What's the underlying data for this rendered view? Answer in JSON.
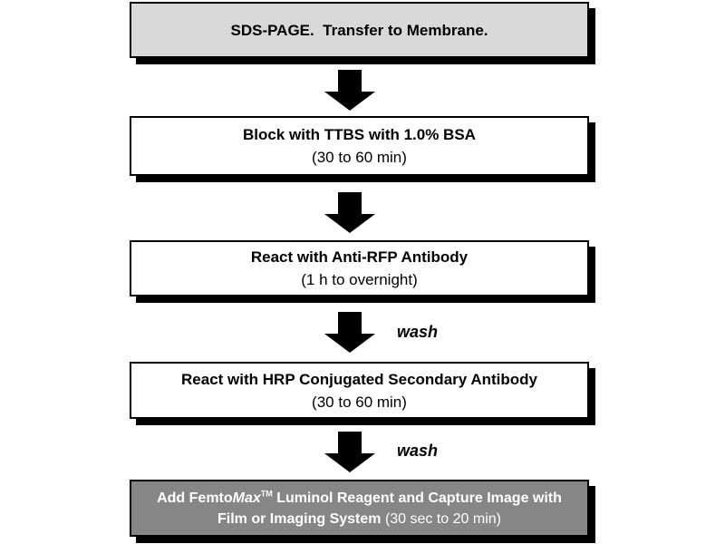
{
  "flowchart": {
    "steps": [
      {
        "title": "SDS-PAGE.  Transfer to Membrane.",
        "subtitle": ""
      },
      {
        "title": "Block with TTBS with 1.0% BSA",
        "subtitle": "(30 to 60 min)"
      },
      {
        "title": "React with Anti-RFP Antibody",
        "subtitle": "(1 h to overnight)"
      },
      {
        "title": "React with HRP Conjugated Secondary Antibody",
        "subtitle": "(30 to 60 min)"
      },
      {
        "rich": {
          "prefix": "Add Femto",
          "brand": "Max",
          "tm": "TM",
          "rest": " Luminol Reagent and Capture Image with Film or Imaging System ",
          "time": "(30 sec to 20 min)"
        }
      }
    ],
    "connectors": [
      {
        "label": ""
      },
      {
        "label": ""
      },
      {
        "label": "wash"
      },
      {
        "label": "wash"
      }
    ],
    "colors": {
      "background": "#ffffff",
      "box_light": "#d9d9d9",
      "box_white": "#ffffff",
      "box_dark": "#868686",
      "border": "#000000",
      "arrow": "#000000",
      "text_dark": "#000000",
      "text_light": "#ffffff"
    }
  }
}
